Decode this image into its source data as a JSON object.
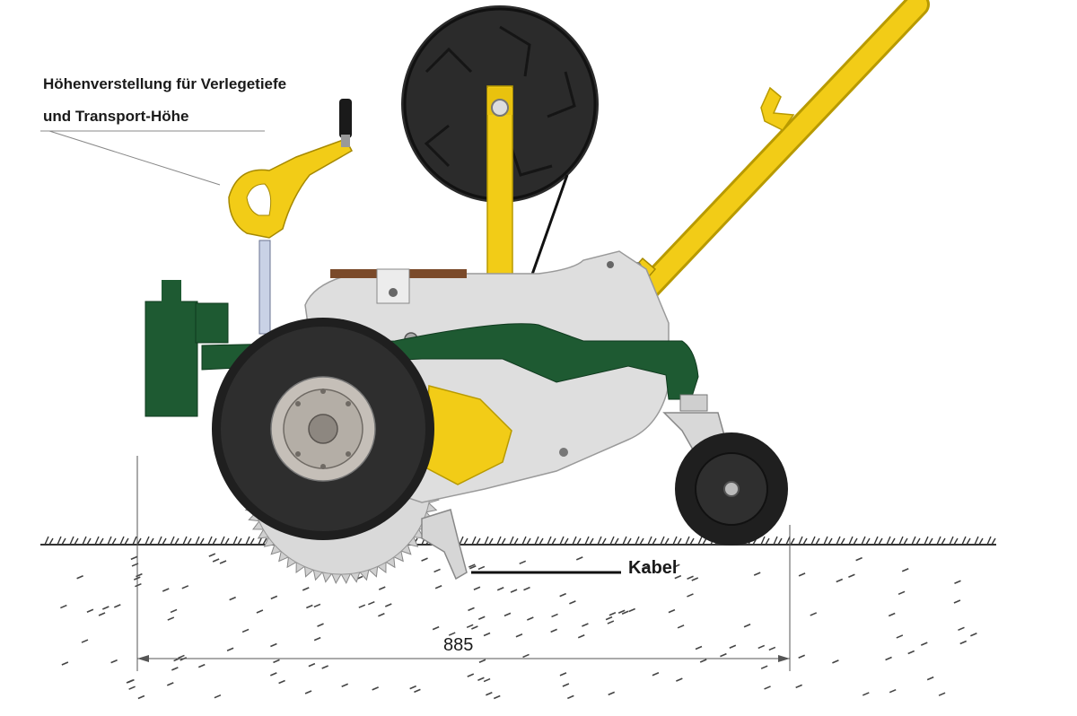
{
  "labels": {
    "height_adjust_line1": "Höhenverstellung für Verlegetiefe",
    "height_adjust_line2": "und Transport-Höhe",
    "cable": "Kabel",
    "dimension": "885"
  },
  "colors": {
    "frame_green": "#1e5a32",
    "handle_yellow": "#f2cc17",
    "housing_grey": "#dcdcdc",
    "reel_black": "#2a2a2a",
    "tire_black": "#1f1f1f",
    "hub_grey": "#b4aea6",
    "soil_line": "#333333"
  },
  "icons": {
    "reel": "cable-reel-icon",
    "wheel": "wheel-icon",
    "caster": "caster-wheel-icon",
    "saw": "saw-blade-icon"
  }
}
